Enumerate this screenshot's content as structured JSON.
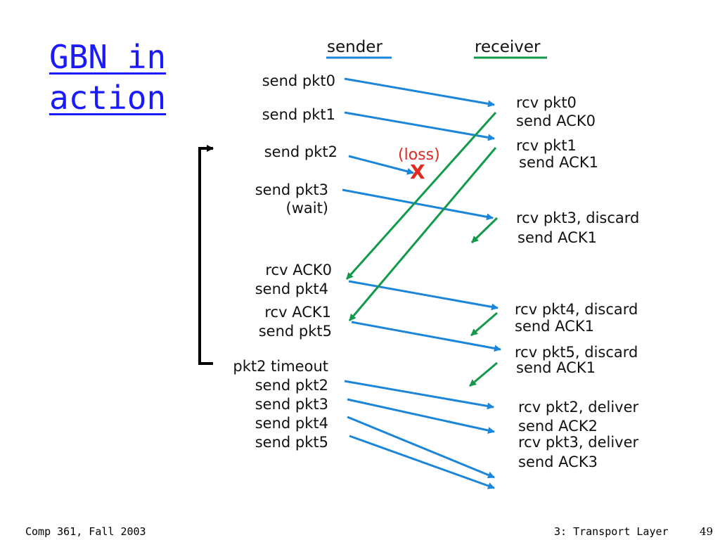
{
  "title": "GBN in action",
  "columns": {
    "sender": "sender",
    "receiver": "receiver"
  },
  "colors": {
    "sender_line": "#1b86d9",
    "receiver_line": "#129a4a",
    "title": "#1a1aff",
    "loss": "#e02a1f",
    "timeout_bracket": "#000000"
  },
  "sender_labels": [
    "send pkt0",
    "send pkt1",
    "send pkt2",
    "send pkt3",
    "(wait)",
    "rcv ACK0",
    "send pkt4",
    "rcv ACK1",
    "send pkt5",
    "pkt2 timeout",
    "send pkt2",
    "send pkt3",
    "send pkt4",
    "send pkt5"
  ],
  "receiver_labels": [
    "rcv pkt0",
    "send ACK0",
    "rcv pkt1",
    "send ACK1",
    "rcv pkt3, discard",
    "send ACK1",
    "rcv pkt4, discard",
    "send ACK1",
    "rcv pkt5, discard",
    "send ACK1",
    "rcv pkt2, deliver",
    "send ACK2",
    "rcv pkt3, deliver",
    "send ACK3"
  ],
  "loss": {
    "label": "(loss)",
    "mark": "X"
  },
  "footer": {
    "left": "Comp 361, Fall 2003",
    "right": "3: Transport Layer",
    "page": "49"
  }
}
